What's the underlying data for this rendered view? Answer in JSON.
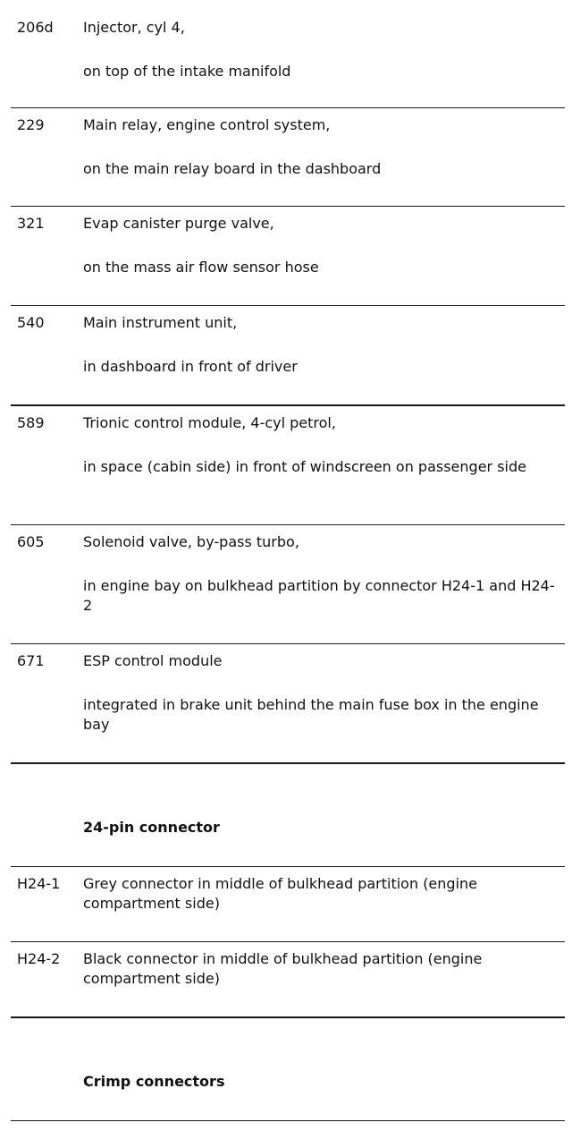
{
  "components": [
    {
      "code": "206d",
      "title": "Injector, cyl 4,",
      "location": "on top of the intake manifold"
    },
    {
      "code": "229",
      "title": "Main relay, engine control system,",
      "location": "on the main relay board in the dashboard"
    },
    {
      "code": "321",
      "title": "Evap canister purge valve,",
      "location": "on the mass air flow sensor hose"
    },
    {
      "code": "540",
      "title": "Main instrument unit,",
      "location": "in dashboard in front of driver"
    },
    {
      "code": "589",
      "title": "Trionic control module, 4-cyl petrol,",
      "location": "in space (cabin side) in front of windscreen on passenger side"
    },
    {
      "code": "605",
      "title": "Solenoid valve, by-pass turbo,",
      "location": "in engine bay on bulkhead partition by connector H24-1 and H24-2"
    },
    {
      "code": "671",
      "title": "ESP control module",
      "location": "integrated in brake unit behind the main fuse box in the engine bay"
    }
  ],
  "connectors_heading": "24-pin connector",
  "connectors": [
    {
      "code": "H24-1",
      "description": "Grey connector in middle of bulkhead partition (engine compartment side)"
    },
    {
      "code": "H24-2",
      "description": "Black connector in middle of bulkhead partition (engine compartment side)"
    }
  ],
  "crimp_heading": "Crimp connectors"
}
